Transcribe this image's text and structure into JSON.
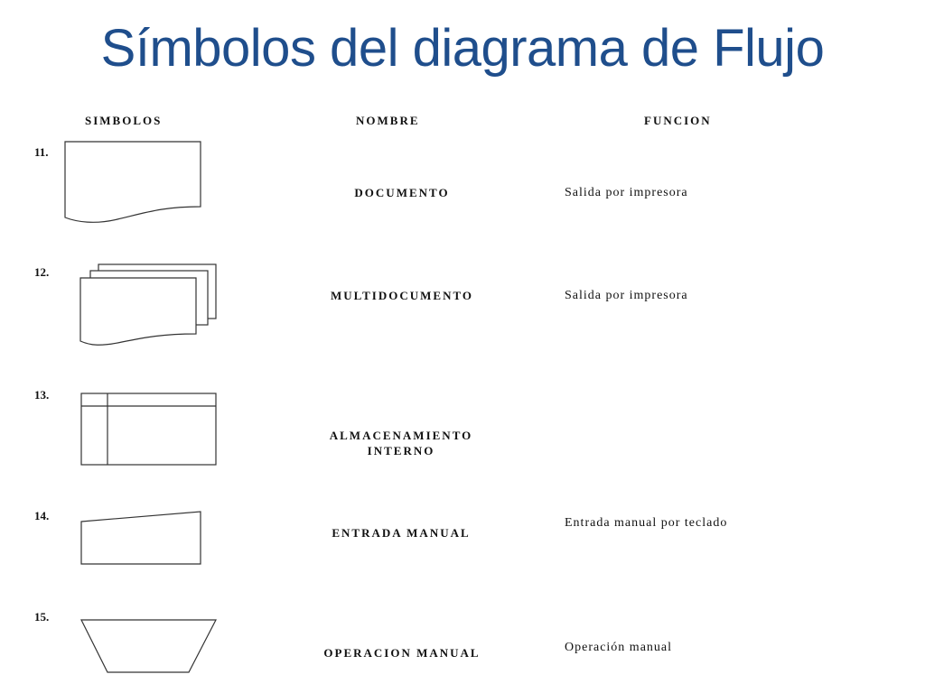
{
  "title": "Símbolos del diagrama de Flujo",
  "headers": {
    "symbols": "SIMBOLOS",
    "name": "NOMBRE",
    "function": "FUNCION"
  },
  "rows": [
    {
      "number": "11.",
      "name": "DOCUMENTO",
      "function": "Salida por impresora",
      "symbol": "document-icon"
    },
    {
      "number": "12.",
      "name": "MULTIDOCUMENTO",
      "function": "Salida por impresora",
      "symbol": "multidocument-icon"
    },
    {
      "number": "13.",
      "name": "ALMACENAMIENTO INTERNO",
      "name_line1": "ALMACENAMIENTO",
      "name_line2": "INTERNO",
      "function": "",
      "symbol": "internal-storage-icon"
    },
    {
      "number": "14.",
      "name": "ENTRADA MANUAL",
      "function": "Entrada manual por teclado",
      "symbol": "manual-input-icon"
    },
    {
      "number": "15.",
      "name": "OPERACION MANUAL",
      "function": "Operación manual",
      "symbol": "manual-operation-icon"
    }
  ]
}
